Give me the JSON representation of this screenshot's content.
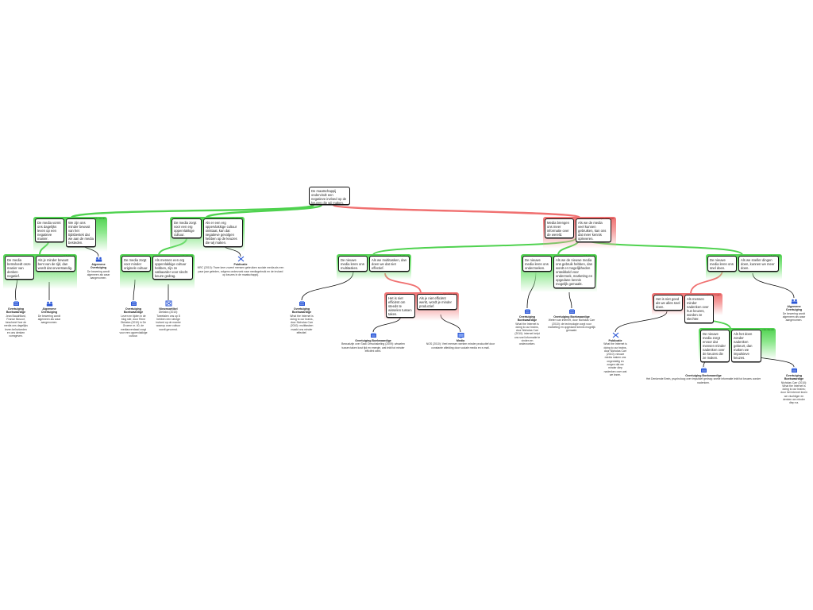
{
  "colors": {
    "support": "#4fd24f",
    "oppose": "#f07070",
    "link": "#111111",
    "icon": "#2a56d6"
  },
  "root": {
    "text": "De maatschappij ondervindt een negatieve invloed op de keuzes die wij maken."
  },
  "groups": [
    {
      "id": "g1",
      "type": "support",
      "label": "ondersteunt",
      "claims": [
        "De media vormt ons dagelijks leven op een negatieve manier.",
        "We zijn ons minder bewust van het tijdsbestek dat we aan de media besteden."
      ]
    },
    {
      "id": "g2",
      "type": "support",
      "label": "ondersteunt",
      "claims": [
        "De media zorgt voor een erg oppervlakkige cultuur.",
        "Als er een erg oppervlakkige cultuur ontstaat, kan dat negatieve gevolgen hebben op de keuzes die wij maken."
      ]
    },
    {
      "id": "g3",
      "type": "oppose",
      "label": "spreekt tegen",
      "claims": [
        "Media brengen ons meer informatie over de wereld.",
        "Als we de media veel kunnen gebruiken, kan ons dat meer kennis opleveren."
      ]
    },
    {
      "id": "g1a",
      "type": "support",
      "label": "ondersteunt",
      "claims": [
        "De media beïnvloedt onze manier van denken negatief.",
        "Als je minder bewust bent van de tijd, dan wordt dat onverstandig."
      ]
    },
    {
      "id": "g2a",
      "type": "support",
      "label": "ondersteunt",
      "claims": [
        "De media zorgt voor minder originele cultuur.",
        "Als mensen een erg oppervlakkige cultuur hebben, zijn ze vatbaarder voor slecht keuze gedrag."
      ]
    },
    {
      "id": "g3a",
      "type": "support",
      "label": "ondersteunt",
      "claims": [
        "De nieuwe media leren ons multitasken.",
        "Als we multitasken, dan doen we dat niet effectief."
      ]
    },
    {
      "id": "g3b",
      "type": "support",
      "label": "ondersteunt",
      "claims": [
        "De nieuwe media leren ons onderzoeken.",
        "Als we de nieuwe media ons gebruik hebben, dan wordt er mogelijkheden ontwikkeld voor onderzoek, marketing en opgedane kennis mogelijk gemaakt."
      ]
    },
    {
      "id": "g3c",
      "type": "support",
      "label": "ondersteunt",
      "claims": [
        "De nieuwe media leren ons snel doen.",
        "Als we sneller dingen doen, kunnen we meer doen."
      ]
    },
    {
      "id": "g3a-r",
      "type": "oppose",
      "label": "spreekt tegen",
      "claims": [
        "Het is niet efficiënt om steeds te wisselen tussen taken.",
        "Als je niet efficiënt werkt, wordt je minder productief."
      ]
    },
    {
      "id": "g3c-r",
      "type": "oppose",
      "label": "spreekt tegen",
      "claims": [
        "Het is niet goed als we alles snel doen.",
        "Als mensen minder nadenken over hun keuzes, worden ze slechter."
      ]
    },
    {
      "id": "g3c-r-g",
      "type": "support",
      "label": "ondersteunt",
      "claims": [
        "De nieuwe media zorgt ervoor dat mensen minder nadenken over de keuzes die ze maken.",
        "Als het doen zonder nadenken gebeurt, dan maken we impulsieve keuzes."
      ]
    }
  ],
  "evidence": [
    {
      "icon": "book-icon",
      "title": "Overtuiging Boekwaardige",
      "text": "Jean Baudrillard, Franse filosoof, beschreef hoe de media ons dagelijks leven beïnvloeden en ons denken vormgeven."
    },
    {
      "icon": "people-icon",
      "title": "Algemene Overtuiging",
      "text": "De bewering wordt algemeen als waar aangenomen."
    },
    {
      "icon": "people-icon",
      "title": "Algemene Overtuiging",
      "text": "De bewering wordt algemeen als waar aangenomen."
    },
    {
      "icon": "book-icon",
      "title": "Overtuiging Boekwaardige",
      "text": "Lezen en tijden in de blog site, door Rene Diekstra (2010) in De Groene nr. 40, de mediaoverdaad zorgt voor een oppervlakkige cultuur."
    },
    {
      "icon": "news-icon",
      "title": "Nieuwsartikel",
      "text": "Diekstra (2010): Tweetalen ons op 8 hebben een stevige invloed op de manier waarop onze cultuur wordt gevormd."
    },
    {
      "icon": "publication-icon",
      "title": "Publicatie",
      "text": "NRC (2010): Twee keer zoveel mensen gebruiken sociale media als een paar jaar geleden, volgens onderzoek naar mediagebruik en de invloed op keuzes in de maatschappij."
    },
    {
      "icon": "book-icon",
      "title": "Overtuiging Boekwaardige",
      "text": "What the Internet is doing to our brains, door Nicholas Carr (2010): multitasken maakt ons minder effectief."
    },
    {
      "icon": "book-icon",
      "title": "Overtuiging Boekwaardige",
      "text": "Bewustzijn over Taak Omschakeling (2009): wisselen tussen taken kost tijd en energie, wat leidt tot minder efficiënt werk."
    },
    {
      "icon": "media-icon",
      "title": "Media",
      "text": "NOS (2010): Veel mensen werken minder productief door constante afleiding door sociale media en e-mail."
    },
    {
      "icon": "book-icon",
      "title": "Overtuiging Boekwaardige",
      "text": "What the Internet is doing to our brains, door Nicholas Carr (2010): internet helpt ons snel informatie te vinden en onderzoeken."
    },
    {
      "icon": "book-icon",
      "title": "Overtuiging Boekwaardige",
      "text": "Weten van internet, door Nicholas Carr (2010): de technologie zorgt voor marketing en opgedane kennis mogelijk gemaakt."
    },
    {
      "icon": "publication-icon",
      "title": "Publicatie",
      "text": "What the Internet is doing to our brains, door Nicholas Carr (2010): nieuwe media maken ons ongeduldig en zorgen dat we minder diep nadenken over wat we lezen."
    },
    {
      "icon": "people-icon",
      "title": "Algemene Overtuiging",
      "text": "De bewering wordt algemeen als waar aangenomen."
    },
    {
      "icon": "book-icon",
      "title": "Overtuiging Boekwaardige",
      "text": "Het Denkende Brein, psycholoog over impulsief gedrag: snelle informatie leidt tot keuzes zonder nadenken."
    },
    {
      "icon": "book-icon",
      "title": "Overtuiging Boekwaardige",
      "text": "Nicholas Carr (2010): What the Internet is doing to our brains; door het internet lezen we vluchtiger en denken we minder diep na."
    }
  ]
}
